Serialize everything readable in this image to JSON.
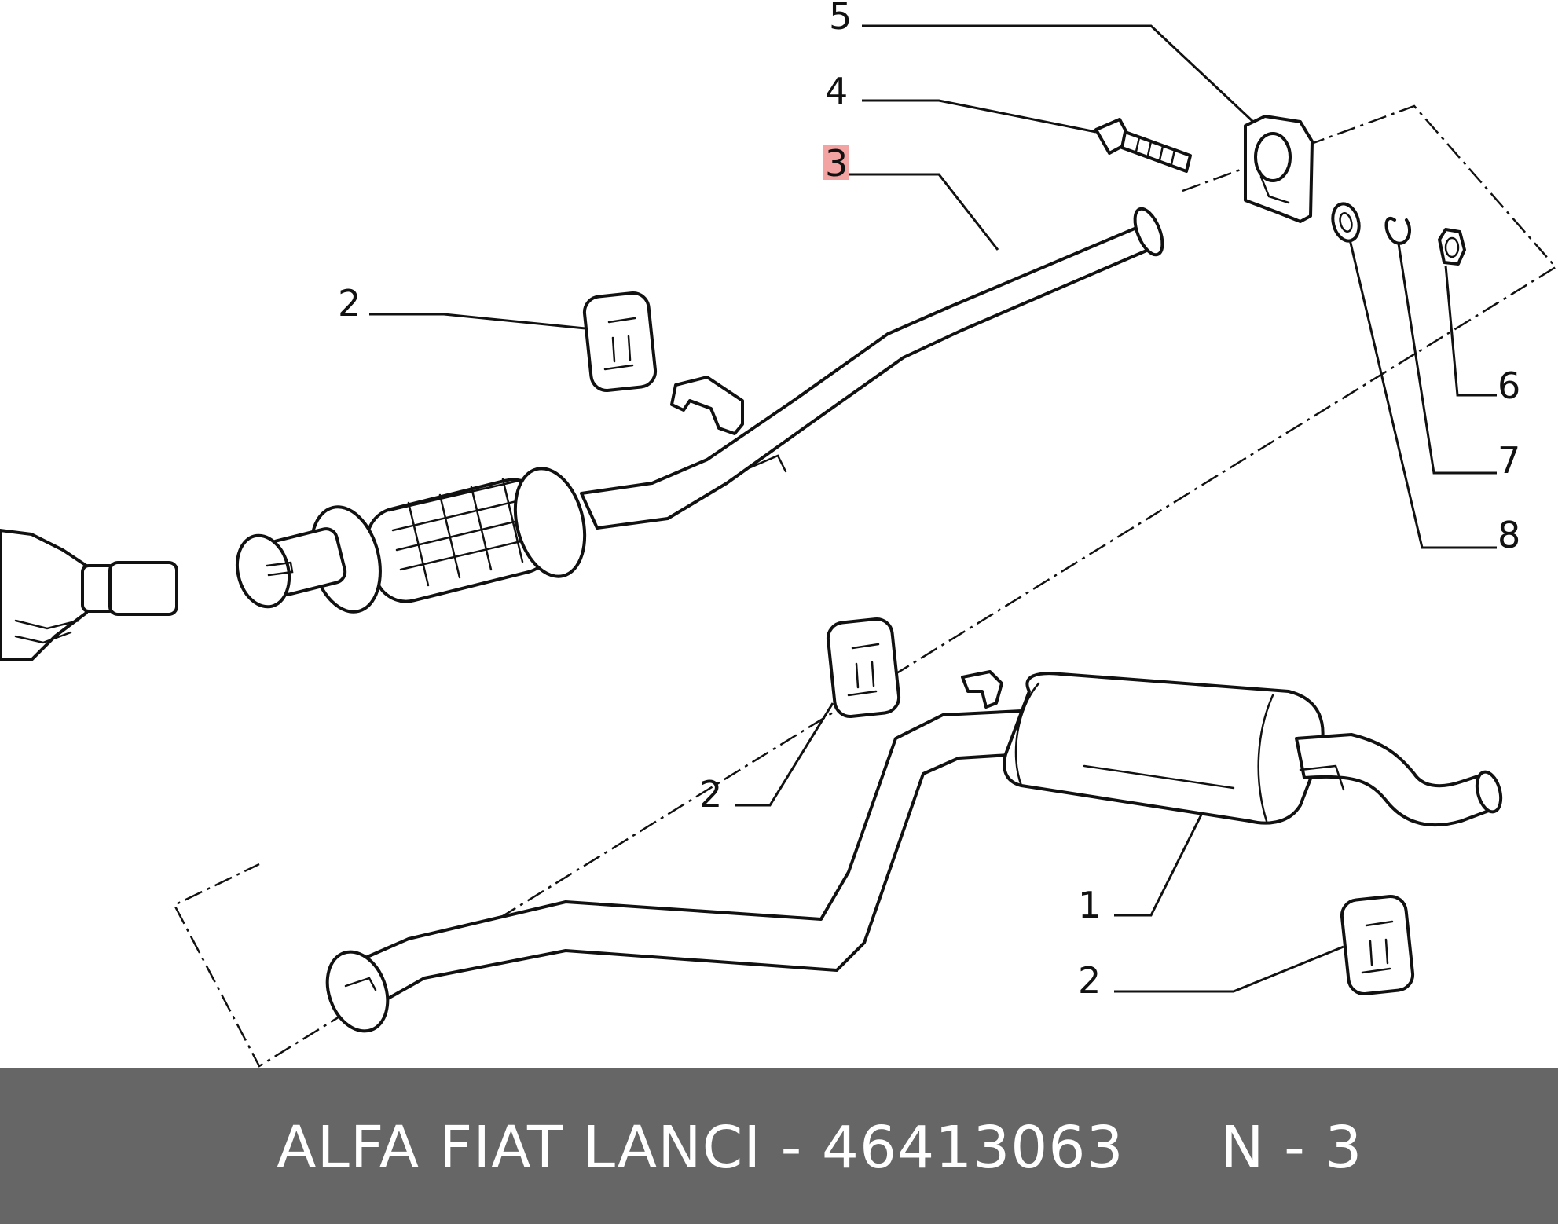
{
  "callouts": [
    {
      "id": "c5",
      "label": "5"
    },
    {
      "id": "c4",
      "label": "4"
    },
    {
      "id": "c3",
      "label": "3",
      "highlight": true
    },
    {
      "id": "c2a",
      "label": "2"
    },
    {
      "id": "c6",
      "label": "6"
    },
    {
      "id": "c7",
      "label": "7"
    },
    {
      "id": "c8",
      "label": "8"
    },
    {
      "id": "c2b",
      "label": "2"
    },
    {
      "id": "c1",
      "label": "1"
    },
    {
      "id": "c2c",
      "label": "2"
    }
  ],
  "footer": {
    "brand": "ALFA FIAT LANCI",
    "separator": " - ",
    "part_number": "46413063",
    "position": "N - 3"
  },
  "colors": {
    "highlight": "#f4a3a3",
    "footer_bg": "#666666",
    "footer_text": "#ffffff",
    "line": "#111111"
  }
}
